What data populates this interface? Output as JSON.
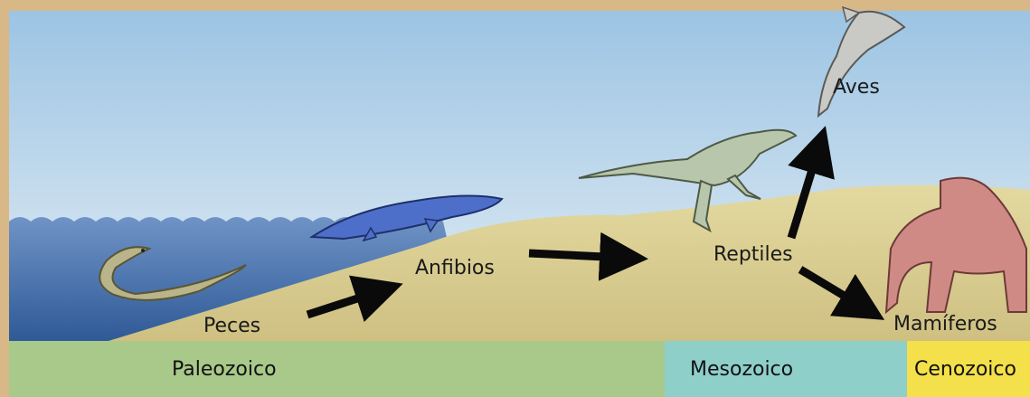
{
  "labels": {
    "peces": "Peces",
    "anfibios": "Anfibios",
    "reptiles": "Reptiles",
    "aves": "Aves",
    "mamiferos": "Mamíferos"
  },
  "eras": [
    {
      "name": "Paleozoico",
      "color": "#a9c98a"
    },
    {
      "name": "Mesozoico",
      "color": "#8fcfca"
    },
    {
      "name": "Cenozoico",
      "color": "#f4e04a"
    }
  ],
  "colors": {
    "sky_top": "#a7cbe6",
    "sky_bottom": "#dbe9f2",
    "water": "#3f6aa8",
    "land": "#d8cc8e",
    "frame": "#d6b07f"
  },
  "icons": [
    "eel-icon",
    "amphibian-icon",
    "dinosaur-icon",
    "bird-icon",
    "mammal-icon"
  ]
}
